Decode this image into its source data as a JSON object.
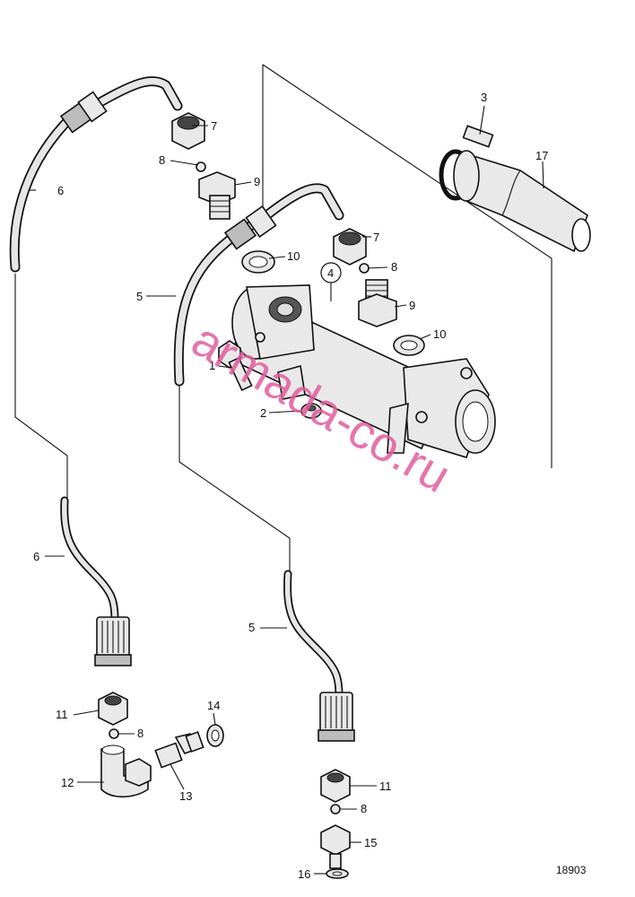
{
  "labels": {
    "n1": "1",
    "n2": "2",
    "n3": "3",
    "n4": "4",
    "n5a": "5",
    "n5b": "5",
    "n6a": "6",
    "n6b": "6",
    "n7a": "7",
    "n7b": "7",
    "n8a": "8",
    "n8b": "8",
    "n8c": "8",
    "n8d": "8",
    "n9a": "9",
    "n9b": "9",
    "n10a": "10",
    "n10b": "10",
    "n11a": "11",
    "n11b": "11",
    "n12": "12",
    "n13": "13",
    "n14": "14",
    "n15": "15",
    "n16": "16",
    "n17": "17"
  },
  "reference_number": "18903",
  "watermark": "armada-co.ru"
}
